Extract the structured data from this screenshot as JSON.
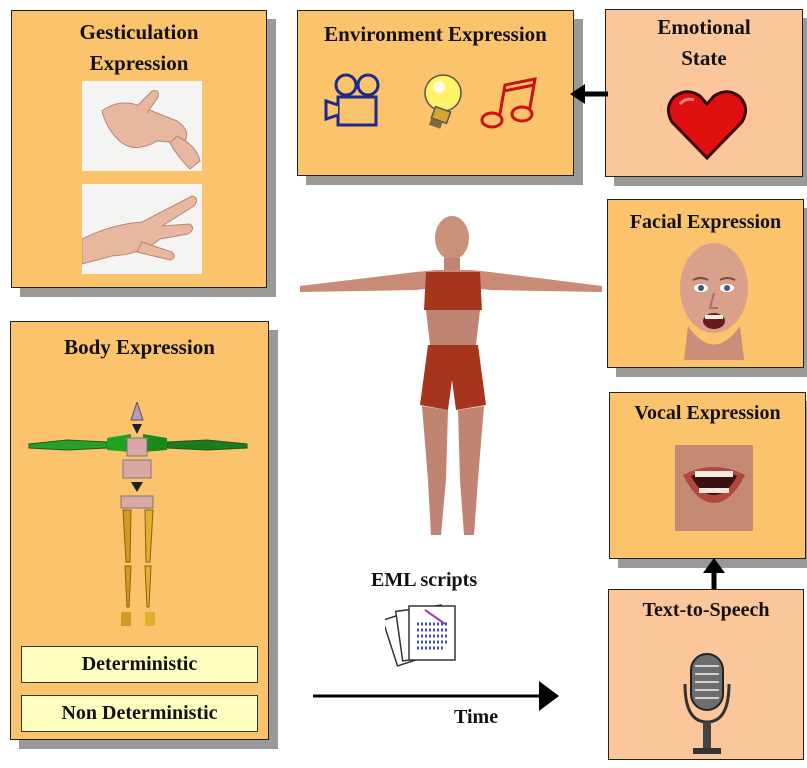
{
  "panels": {
    "gesticulation": {
      "title": "Gesticulation Expression"
    },
    "environment": {
      "title": "Environment Expression"
    },
    "emotional": {
      "title": "Emotional State"
    },
    "facial": {
      "title": "Facial Expression"
    },
    "body": {
      "title": "Body Expression",
      "deterministic": "Deterministic",
      "non_deterministic": "Non Deterministic"
    },
    "vocal": {
      "title": "Vocal Expression"
    },
    "tts": {
      "title": "Text-to-Speech"
    }
  },
  "scripts_label": "EML scripts",
  "time_label": "Time",
  "icons": [
    "camera-icon",
    "lightbulb-icon",
    "music-note-icon",
    "heart-icon",
    "microphone-icon",
    "document-stack-icon"
  ],
  "colors": {
    "orange": "#fcc36d",
    "peach": "#fbc699",
    "pill": "#ffffc0",
    "shadow": "#999999",
    "heart": "#e01010"
  }
}
